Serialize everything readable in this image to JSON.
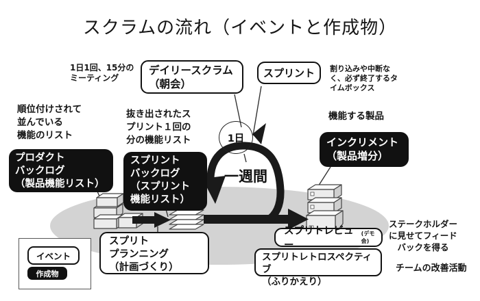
{
  "title": "スクラムの流れ（イベントと作成物）",
  "events": {
    "daily_scrum": "デイリースクラム\n（朝会）",
    "sprint": "スプリント",
    "sprint_planning": "スプリト\nプランニング\n（計画づくり）",
    "sprint_review": "スプリトレビュー",
    "sprint_review_sub": "(デモ会)",
    "sprint_retrospective": "スプリトレトロスペクティブ\n（ふりかえり）"
  },
  "artifacts": {
    "product_backlog": "プロダクト\nバックログ\n（製品機能リスト）",
    "sprint_backlog": "スプリント\nバックログ\n（スプリント\n機能リスト）",
    "increment": "インクリメント\n（製品増分）"
  },
  "annotations": {
    "daily_meeting": "1日1回、15分の\nミーティング",
    "timebox": "割り込みや中断な\nく、必ず終了するタ\nイムボックス",
    "prioritized_list": "順位付けされて\n並んでいる\n機能のリスト",
    "extracted_list": "抜き出されたス\nプリント１回の\n分の機能リスト",
    "working_product": "機能する製品",
    "stakeholder_feedback": "ステークホルダー\nに見せてフィード\n　バックを得る",
    "team_improvement": "チームの改善活動"
  },
  "loop_labels": {
    "one_day": "1日",
    "one_week": "一週間"
  },
  "legend": {
    "event": "イベント",
    "artifact": "作成物"
  },
  "colors": {
    "artifact_bg": "#111111",
    "line": "#1a1a1a",
    "stage_ellipse": "#d3d3d3"
  }
}
